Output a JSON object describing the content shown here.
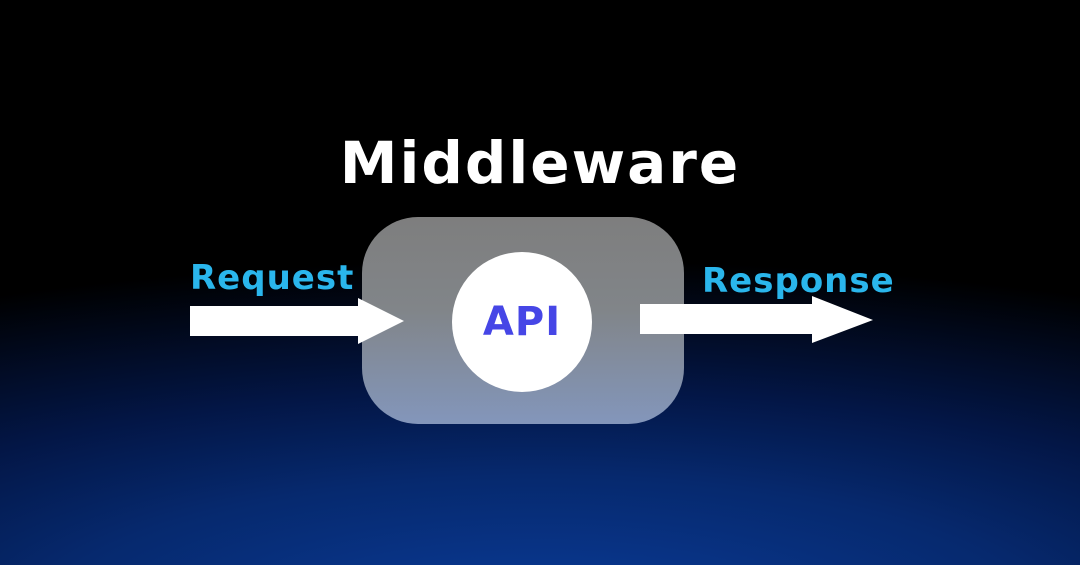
{
  "diagram": {
    "title": "Middleware",
    "center_label": "API",
    "input_label": "Request",
    "output_label": "Response"
  },
  "colors": {
    "background_top": "#000000",
    "background_bottom": "#06296e",
    "title_text": "#ffffff",
    "flow_label": "#2ab6ec",
    "api_text": "#4646e6",
    "arrow": "#ffffff",
    "box": "#818589"
  }
}
